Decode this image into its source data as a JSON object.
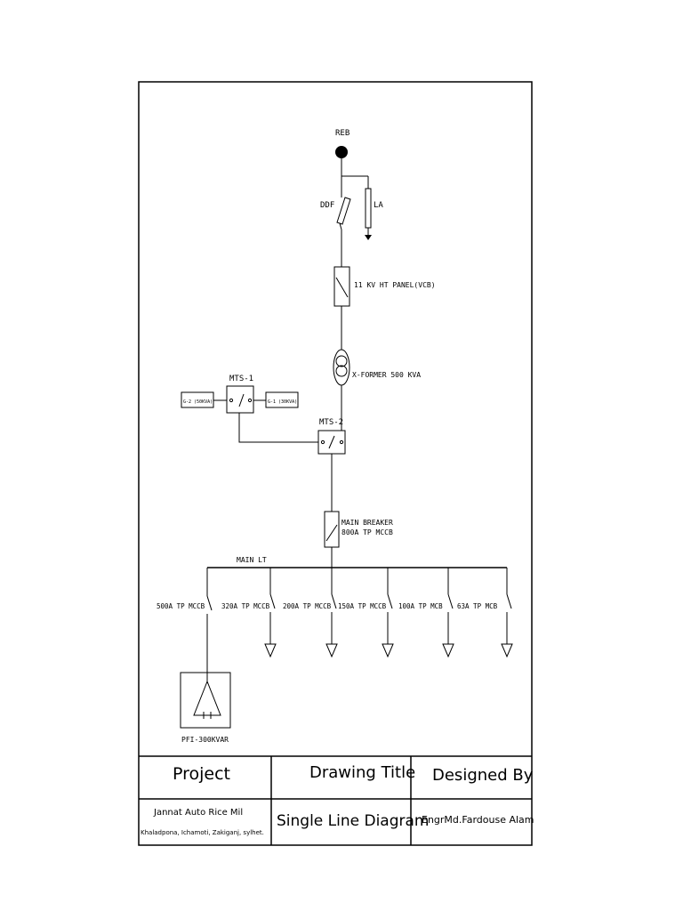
{
  "diagram": {
    "source": "REB",
    "fuse_label": "DDF",
    "arrester_label": "LA",
    "ht_panel_label": "11 KV HT PANEL(VCB)",
    "transformer_label": "X-FORMER 500 KVA",
    "mts1_label": "MTS-1",
    "mts2_label": "MTS-2",
    "gen2_label": "G-2 (50KVA)",
    "gen1_label": "G-1 (30KVA)",
    "main_breaker_line1": "MAIN BREAKER",
    "main_breaker_line2": "800A TP MCCB",
    "busbar_label": "MAIN LT",
    "feeders": [
      "500A TP MCCB",
      "320A TP MCCB",
      "200A TP MCCB",
      "150A TP MCCB",
      "100A TP MCB",
      "63A TP MCB"
    ],
    "pfi_label": "PFI-300KVAR"
  },
  "title_block": {
    "project_header": "Project",
    "drawing_title_header": "Drawing Title",
    "designed_by_header": "Designed By",
    "project_name": "Jannat Auto Rice Mil",
    "project_address": "Khaladpona, Ichamoti, Zakiganj, sylhet.",
    "drawing_title": "Single Line Diagram",
    "designer": "EngrMd.Fardouse Alam"
  }
}
